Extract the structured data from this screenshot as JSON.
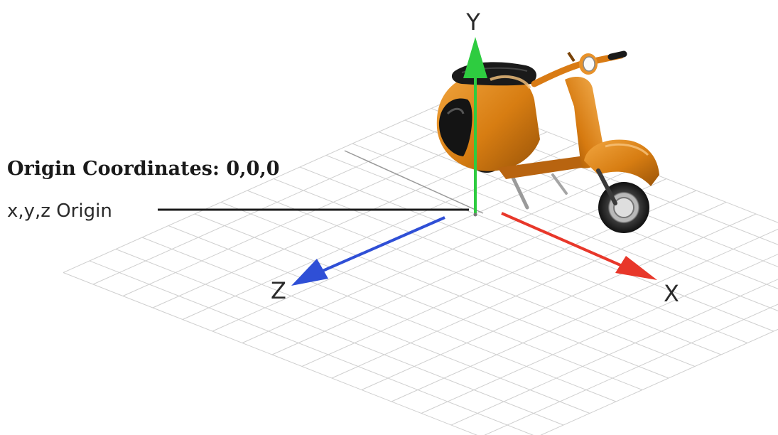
{
  "labels": {
    "title_prefix": "Origin Coordinates:",
    "title_value": "0,0,0",
    "origin_label": "x,y,z Origin"
  },
  "axes": {
    "x": {
      "label": "X",
      "color": "#e8372a"
    },
    "y": {
      "label": "Y",
      "color": "#2ecc40"
    },
    "z": {
      "label": "Z",
      "color": "#2f4fd6"
    }
  },
  "model": {
    "name": "scooter",
    "body_color": "#e08a1e",
    "seat_color": "#1c1c1c"
  }
}
